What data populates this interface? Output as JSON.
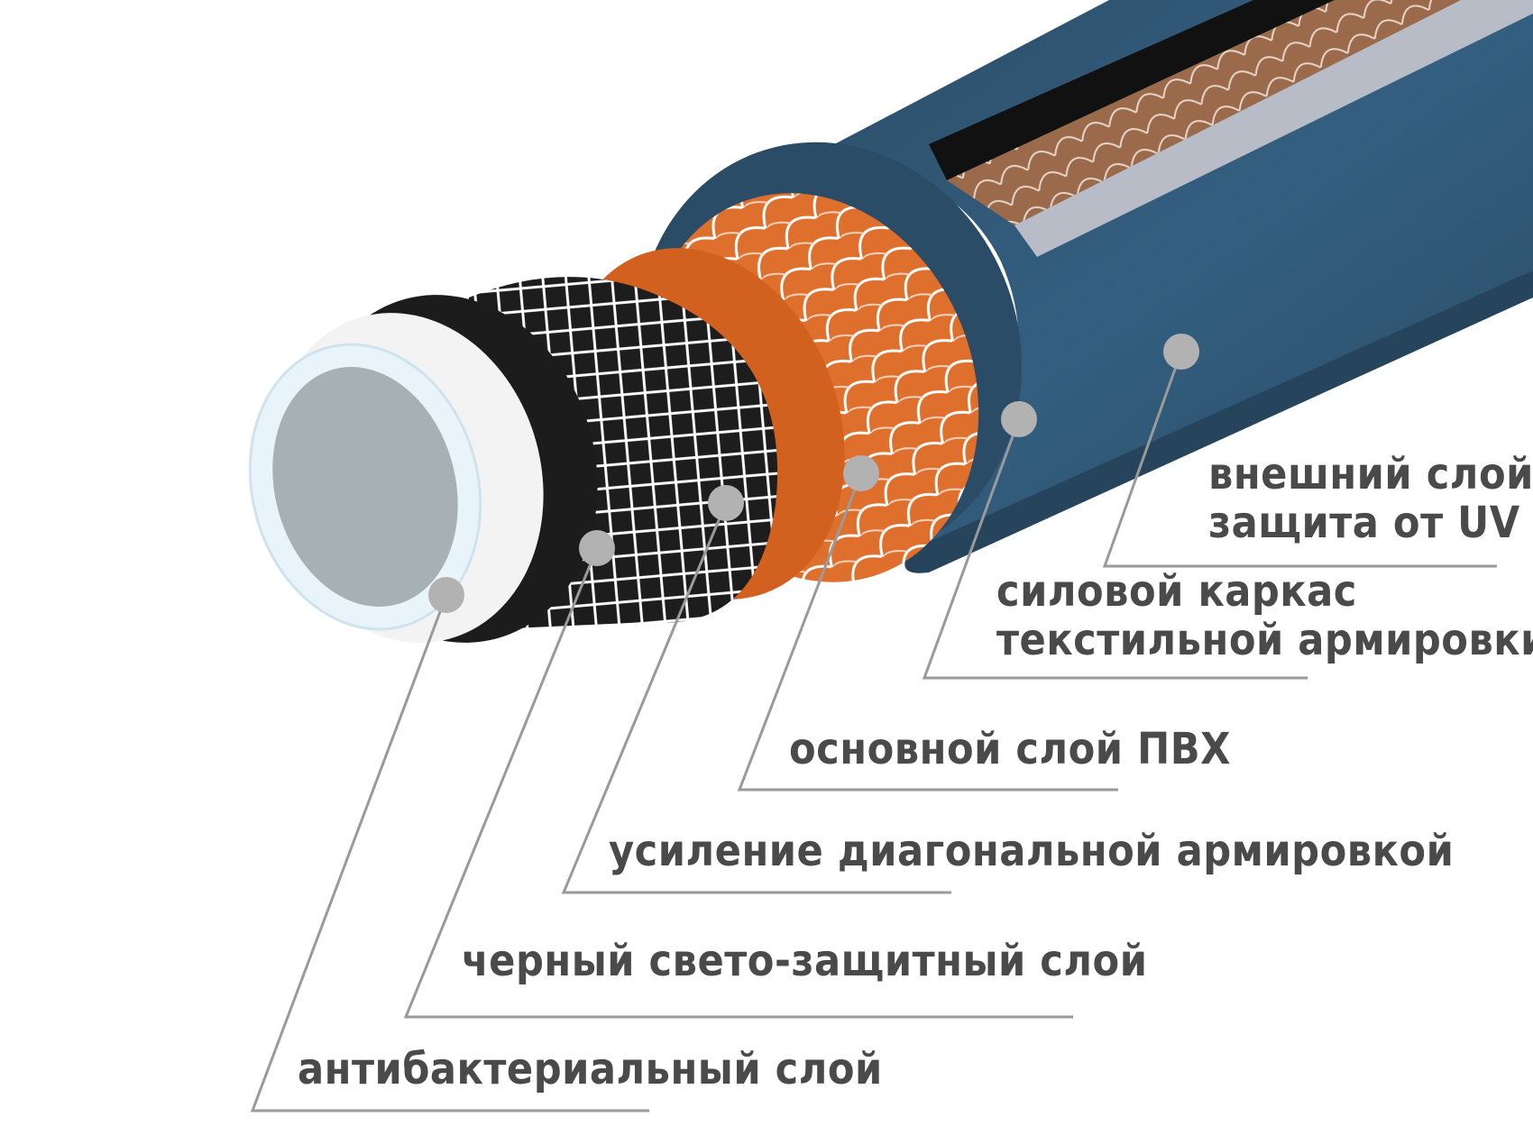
{
  "labels": {
    "outer_line1": "внешний слой -",
    "outer_line2": "защита от UV",
    "textile_line1": "силовой каркас",
    "textile_line2": "текстильной армировки",
    "pvc": "основной слой ПВХ",
    "diagonal": "усиление диагональной армировкой",
    "black": "черный свето-защитный слой",
    "antibacterial": "антибактериальный слой"
  },
  "colors": {
    "outer_layer": "#2f5672",
    "textile_layer": "#e06b25",
    "black_layer": "#1c1c1c",
    "white_layer": "#f3f3f3",
    "inner_core": "#a7b1b5",
    "marker": "#b2b2b2",
    "leader_line": "#9a9a9a",
    "text": "#4a4a4a"
  }
}
